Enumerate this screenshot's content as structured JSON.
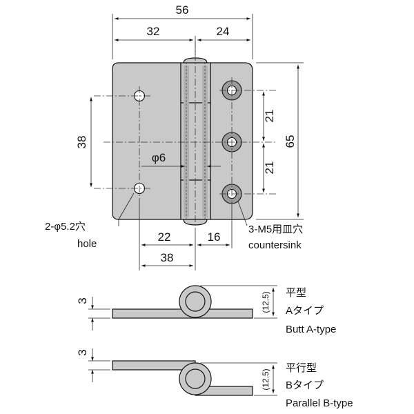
{
  "dimensions": {
    "overall_width": "56",
    "left_width": "32",
    "right_width": "24",
    "left_hole_pitch": "38",
    "height": "65",
    "upper_pitch": "21",
    "lower_pitch": "21",
    "pin_diameter": "φ6",
    "bottom_left": "22",
    "bottom_right": "16",
    "bottom_total": "38"
  },
  "callouts": {
    "hole_jp": "2-φ5.2穴",
    "hole_en": "hole",
    "countersink_jp": "3-M5用皿穴",
    "countersink_en": "countersink"
  },
  "side_views": {
    "a_thickness": "3",
    "a_height": "(12.5)",
    "a_jp1": "平型",
    "a_jp2": "Aタイプ",
    "a_en": "Butt A-type",
    "b_thickness": "3",
    "b_height": "(12.5)",
    "b_jp1": "平行型",
    "b_jp2": "Bタイプ",
    "b_en": "Parallel B-type"
  }
}
